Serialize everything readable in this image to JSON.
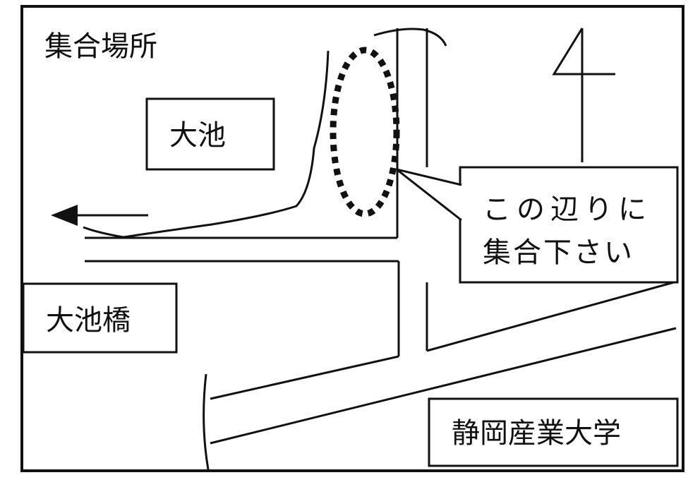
{
  "title": "集合場所",
  "landmarks": {
    "pond": "大池",
    "bridge": "大池橋",
    "university": "静岡産業大学"
  },
  "callout": {
    "line1": "この辺りに",
    "line2": "集合下さい"
  },
  "colors": {
    "ink": "#111111",
    "paper": "#ffffff"
  }
}
